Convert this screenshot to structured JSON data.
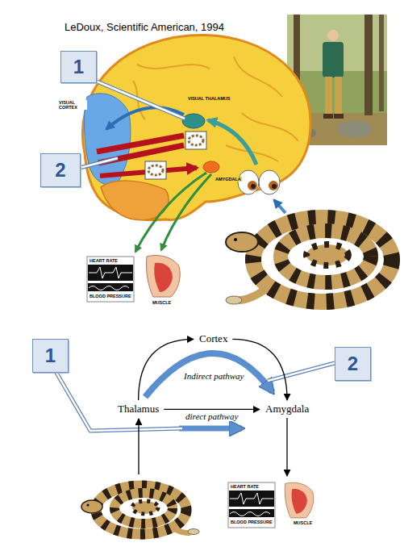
{
  "diagram": {
    "title": "LeDoux, Scientific American, 1994",
    "nodes": [
      {
        "text": [
          "1"
        ]
      },
      {
        "text": [
          "2"
        ]
      },
      {
        "text": [
          "1"
        ]
      },
      {
        "text": [
          "2"
        ]
      },
      {
        "text": [
          "Thalamus"
        ]
      },
      {
        "text": [
          "Cortex"
        ]
      },
      {
        "text": [
          "Amygdala"
        ]
      }
    ],
    "edges": [
      {
        "from": 4,
        "to": 5,
        "arrow": "to"
      },
      {
        "from": 5,
        "to": 6,
        "arrow": "to"
      },
      {
        "from": 4,
        "to": 6,
        "label": "direct pathway",
        "arrow": "to"
      }
    ],
    "labels": [
      "VISUAL CORTEX",
      "VISUAL THALAMUS",
      "AMYGDALA",
      "HEART RATE",
      "BLOOD PRESSURE",
      "MUSCLE",
      "Indirect pathway",
      "HEART RATE",
      "BLOOD PRESSURE",
      "MUSCLE"
    ]
  }
}
